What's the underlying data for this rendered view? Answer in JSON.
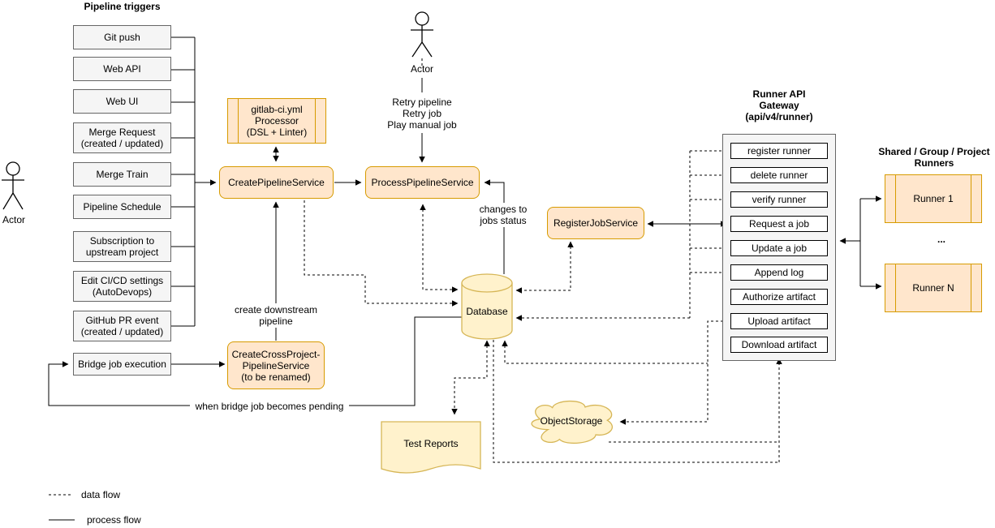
{
  "colors": {
    "orange_fill": "#ffe6cc",
    "orange_stroke": "#d79b00",
    "yellow_fill": "#fff2cc",
    "yellow_stroke": "#d6b656",
    "gray_fill": "#f5f5f5",
    "gray_stroke": "#666666",
    "line": "#000000"
  },
  "triggers": {
    "title": "Pipeline triggers",
    "items": [
      "Git push",
      "Web API",
      "Web UI",
      "Merge Request\n(created / updated)",
      "Merge Train",
      "Pipeline Schedule",
      "Subscription to\nupstream project",
      "Edit CI/CD settings\n(AutoDevops)",
      "GitHub PR event\n(created / updated)"
    ],
    "bridge": "Bridge job execution"
  },
  "actors": {
    "left": "Actor",
    "top": "Actor"
  },
  "services": {
    "processor": "gitlab-ci.yml\nProcessor\n(DSL + Linter)",
    "create_pipeline": "CreatePipelineService",
    "process_pipeline": "ProcessPipelineService",
    "register_job": "RegisterJobService",
    "cross_project": "CreateCrossProject-\nPipelineService\n(to be renamed)"
  },
  "storage": {
    "database": "Database",
    "test_reports": "Test Reports",
    "object_storage": "ObjectStorage"
  },
  "gateway": {
    "title": "Runner API\nGateway\n(api/v4/runner)",
    "endpoints": [
      "register runner",
      "delete runner",
      "verify runner",
      "Request a job",
      "Update a job",
      "Append log",
      "Authorize artifact",
      "Upload artifact",
      "Download artifact"
    ]
  },
  "runners": {
    "title": "Shared / Group / Project\nRunners",
    "items": [
      "Runner 1",
      "Runner N"
    ],
    "ellipsis": "..."
  },
  "edge_labels": {
    "actor_actions": "Retry pipeline\nRetry job\nPlay manual job",
    "job_status": "changes to\njobs status",
    "downstream": "create downstream\npipeline",
    "bridge_pending": "when bridge job becomes pending"
  },
  "legend": {
    "data_flow": "data flow",
    "process_flow": "process flow"
  }
}
